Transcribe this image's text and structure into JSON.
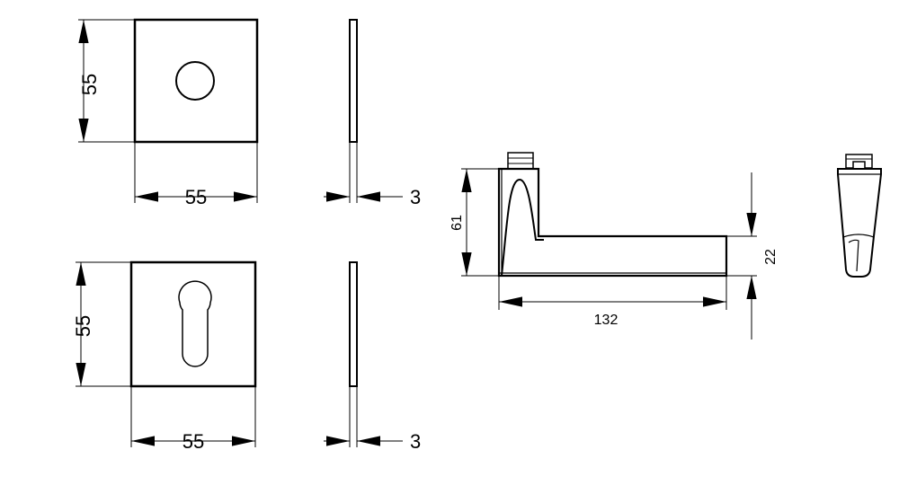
{
  "colors": {
    "line": "#000000",
    "background": "#ffffff"
  },
  "rosette_round": {
    "height_label": "55",
    "width_label": "55",
    "thickness_label": "3"
  },
  "rosette_profile": {
    "height_label": "55",
    "width_label": "55",
    "thickness_label": "3"
  },
  "lever_handle": {
    "height_label": "61",
    "length_label": "132",
    "grip_height_label": "22"
  }
}
